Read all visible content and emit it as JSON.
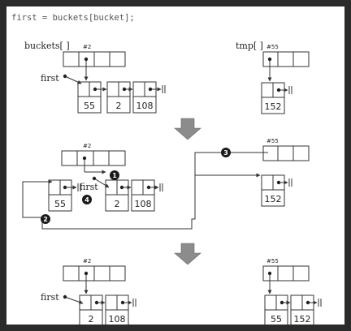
{
  "code_line": "first = buckets[bucket];",
  "labels": {
    "buckets": "buckets[ ]",
    "tmp": "tmp[ ]",
    "first": "first",
    "addr_buckets": "#2",
    "addr_tmp": "#55"
  },
  "values": {
    "p1_list": [
      "55",
      "2",
      "108"
    ],
    "p1_tmp": "152",
    "p2_node55": "55",
    "p2_list": [
      "2",
      "108"
    ],
    "p2_tmp": "152",
    "p3_list": [
      "2",
      "108"
    ],
    "p3_tmp": [
      "55",
      "152"
    ]
  },
  "steps": [
    "1",
    "2",
    "3",
    "4"
  ],
  "colors": {
    "stroke": "#333333",
    "badge": "#1a1a1a",
    "arrow_gray": "#8c8c8c"
  }
}
